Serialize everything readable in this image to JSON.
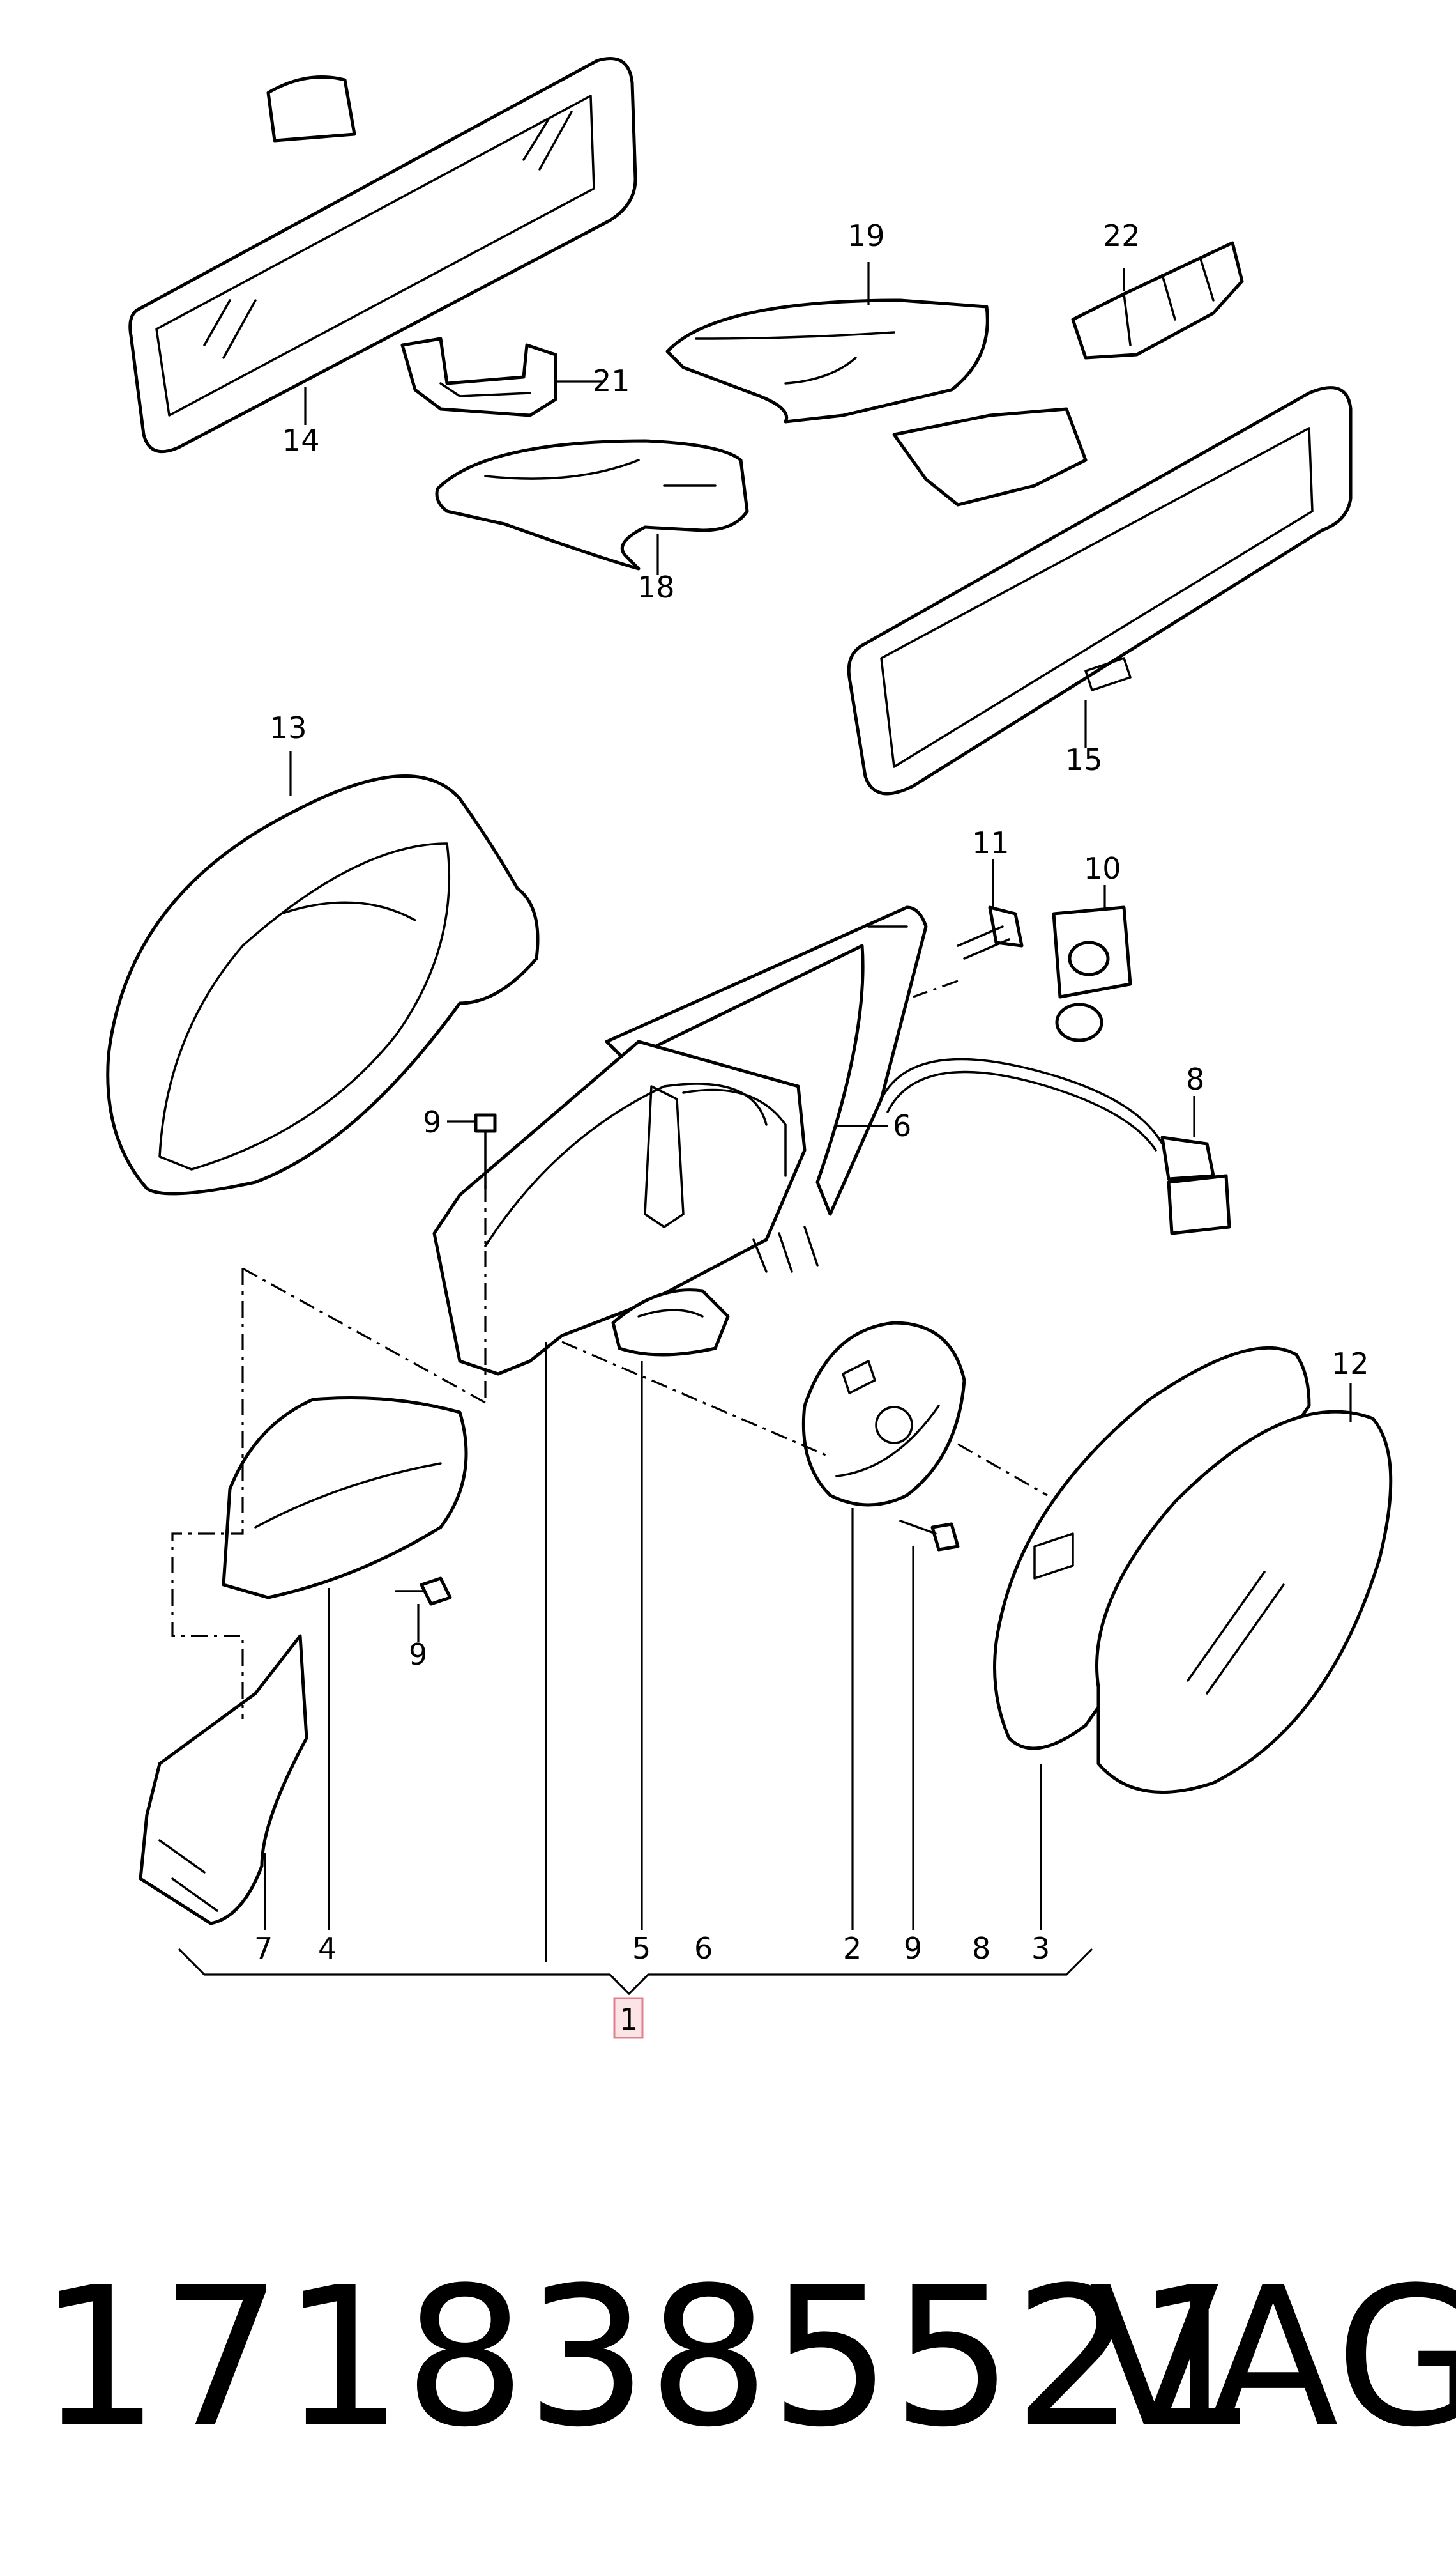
{
  "callouts": {
    "c1": "1",
    "c2": "2",
    "c3": "3",
    "c4": "4",
    "c5": "5",
    "c6": "6",
    "c7": "7",
    "c8": "8",
    "c9": "9",
    "c10": "10",
    "c11": "11",
    "c12": "12",
    "c13": "13",
    "c14": "14",
    "c15": "15",
    "c18": "18",
    "c19": "19",
    "c21": "21",
    "c22": "22"
  },
  "caption": {
    "part_number": "1718385521",
    "brand": "VAG"
  },
  "colors": {
    "highlight_fill": "#fce4e6",
    "highlight_border": "#e0808c"
  }
}
